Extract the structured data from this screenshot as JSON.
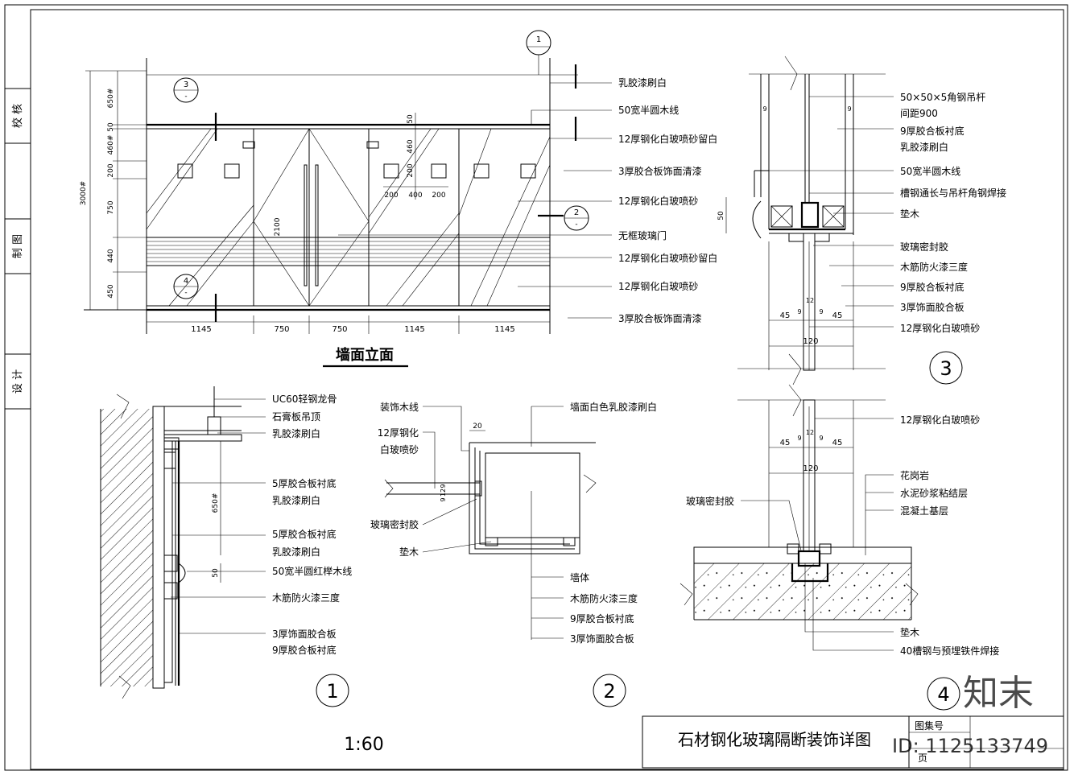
{
  "sidebar": {
    "items": [
      "校 核",
      "制 图",
      "设 计"
    ]
  },
  "elevation": {
    "title": "墙面立面",
    "marker_top": "1",
    "marker_left_top": "3",
    "marker_left_bottom": "4",
    "marker_right": "2",
    "marker_sub": "-",
    "overall_height": "3000#",
    "left_dims": [
      "650#",
      "50",
      "460#",
      "200",
      "750",
      "440",
      "450"
    ],
    "bottom_dims": [
      "1145",
      "750",
      "750",
      "1145",
      "1145"
    ],
    "inner_dims": [
      "50",
      "460",
      "200",
      "200",
      "400",
      "200",
      "2100"
    ],
    "labels": [
      "乳胶漆刷白",
      "50宽半圆木线",
      "12厚钢化白玻喷砂留白",
      "3厚胶合板饰面清漆",
      "12厚钢化白玻喷砂",
      "无框玻璃门",
      "12厚钢化白玻喷砂留白",
      "12厚钢化白玻喷砂",
      "3厚胶合板饰面清漆"
    ]
  },
  "detail1": {
    "number": "1",
    "dims": [
      "650#",
      "50"
    ],
    "labels": [
      "UC60轻钢龙骨",
      "石膏板吊顶",
      "乳胶漆刷白",
      "5厚胶合板衬底",
      "乳胶漆刷白",
      "5厚胶合板衬底",
      "乳胶漆刷白",
      "50宽半圆红榉木线",
      "木筋防火漆三度",
      "3厚饰面胶合板",
      "9厚胶合板衬底"
    ]
  },
  "detail2": {
    "number": "2",
    "dims": [
      "20",
      "9",
      "12",
      "9"
    ],
    "labels_left": [
      "装饰木线",
      "12厚钢化",
      "白玻喷砂",
      "玻璃密封胶",
      "垫木"
    ],
    "labels_right": [
      "墙面白色乳胶漆刷白",
      "墙体",
      "木筋防火漆三度",
      "9厚胶合板衬底",
      "3厚饰面胶合板"
    ]
  },
  "detail3": {
    "number": "3",
    "dims": [
      "9",
      "9",
      "50",
      "45",
      "9",
      "12",
      "9",
      "45",
      "120"
    ],
    "labels": [
      "50×50×5角钢吊杆",
      "间距900",
      "9厚胶合板衬底",
      "乳胶漆刷白",
      "50宽半圆木线",
      "槽钢通长与吊杆角钢焊接",
      "垫木",
      "玻璃密封胶",
      "木筋防火漆三度",
      "9厚胶合板衬底",
      "3厚饰面胶合板",
      "12厚钢化白玻喷砂"
    ]
  },
  "detail4": {
    "number": "4",
    "dims": [
      "45",
      "9",
      "12",
      "9",
      "45",
      "120"
    ],
    "labels": [
      "12厚钢化白玻喷砂",
      "花岗岩",
      "水泥砂浆粘结层",
      "混凝土基层",
      "玻璃密封胶",
      "垫木",
      "40槽钢与预埋铁件焊接"
    ]
  },
  "scale": "1:60",
  "title_block": {
    "title": "石材钢化玻璃隔断装饰详图",
    "atlas_label": "图集号",
    "page_label": "页"
  },
  "watermark": {
    "logo": "知末",
    "id": "ID: 1125133749"
  }
}
